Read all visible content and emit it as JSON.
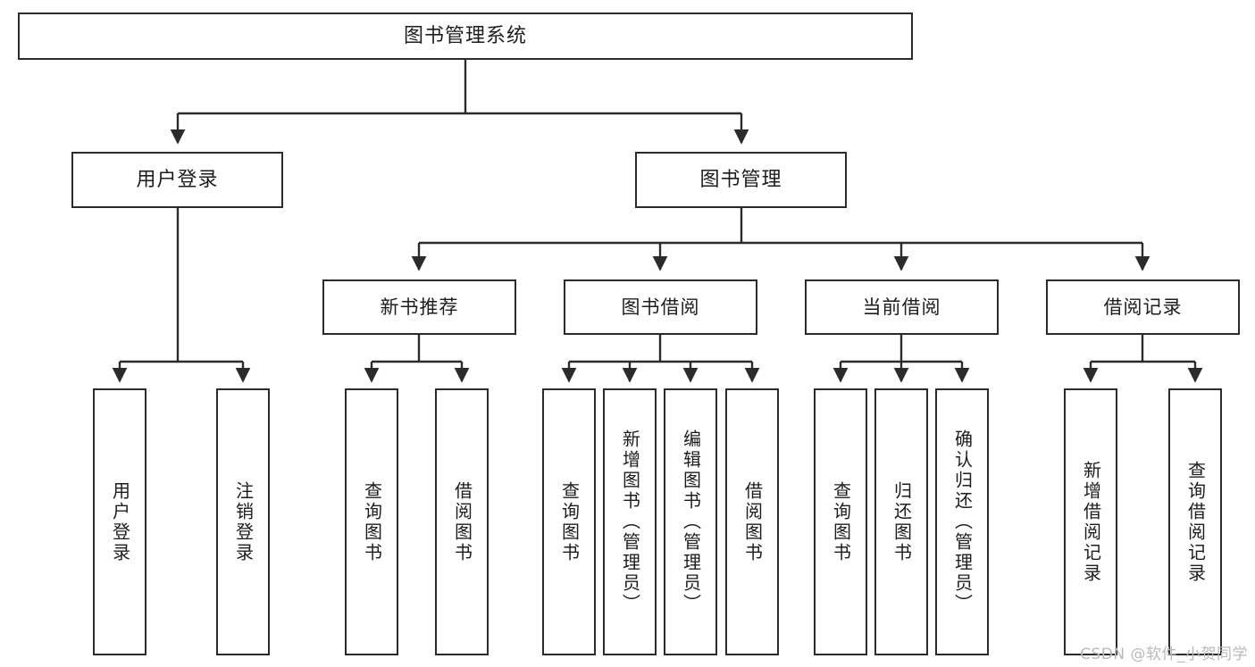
{
  "diagram": {
    "title": "图书管理系统",
    "type": "hierarchy-tree",
    "colors": {
      "box_border": "#2b2b2b",
      "box_fill": "#ffffff",
      "edge": "#2b2b2b",
      "text": "#1d1d1d",
      "watermark": "#b9b9b9",
      "background": "#ffffff"
    },
    "watermark": "CSDN @软件_小贺同学",
    "levels": {
      "root": {
        "label": "图书管理系统"
      },
      "level2": [
        {
          "label": "用户登录"
        },
        {
          "label": "图书管理"
        }
      ],
      "level3": [
        {
          "label": "新书推荐"
        },
        {
          "label": "图书借阅"
        },
        {
          "label": "当前借阅"
        },
        {
          "label": "借阅记录"
        }
      ],
      "leaves": {
        "user_login": [
          {
            "label": "用户登录"
          },
          {
            "label": "注销登录"
          }
        ],
        "new_book_recommend": [
          {
            "label": "查询图书"
          },
          {
            "label": "借阅图书"
          }
        ],
        "book_borrow": [
          {
            "label": "查询图书"
          },
          {
            "label": "新增图书（管理员）"
          },
          {
            "label": "编辑图书（管理员）"
          },
          {
            "label": "借阅图书"
          }
        ],
        "current_borrow": [
          {
            "label": "查询图书"
          },
          {
            "label": "归还图书"
          },
          {
            "label": "确认归还（管理员）"
          }
        ],
        "borrow_record": [
          {
            "label": "新增借阅记录"
          },
          {
            "label": "查询借阅记录"
          }
        ]
      }
    }
  }
}
